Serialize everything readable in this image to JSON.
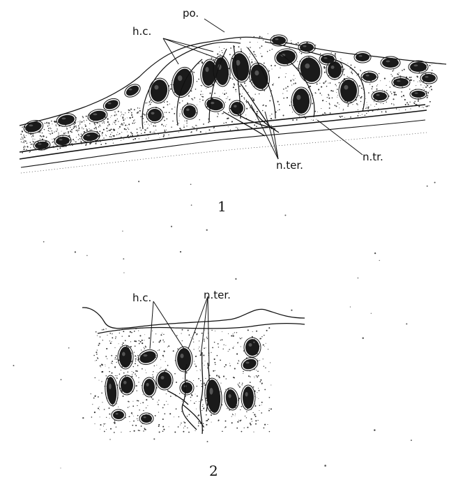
{
  "figure_1": {
    "number": "1",
    "labels": {
      "po": "po.",
      "hc": "h.c.",
      "nter": "n.ter.",
      "ntr": "n.tr."
    }
  },
  "figure_2": {
    "number": "2",
    "labels": {
      "hc": "h.c.",
      "nter": "n.ter."
    }
  },
  "colors": {
    "ink": "#111111",
    "paper": "#ffffff"
  }
}
